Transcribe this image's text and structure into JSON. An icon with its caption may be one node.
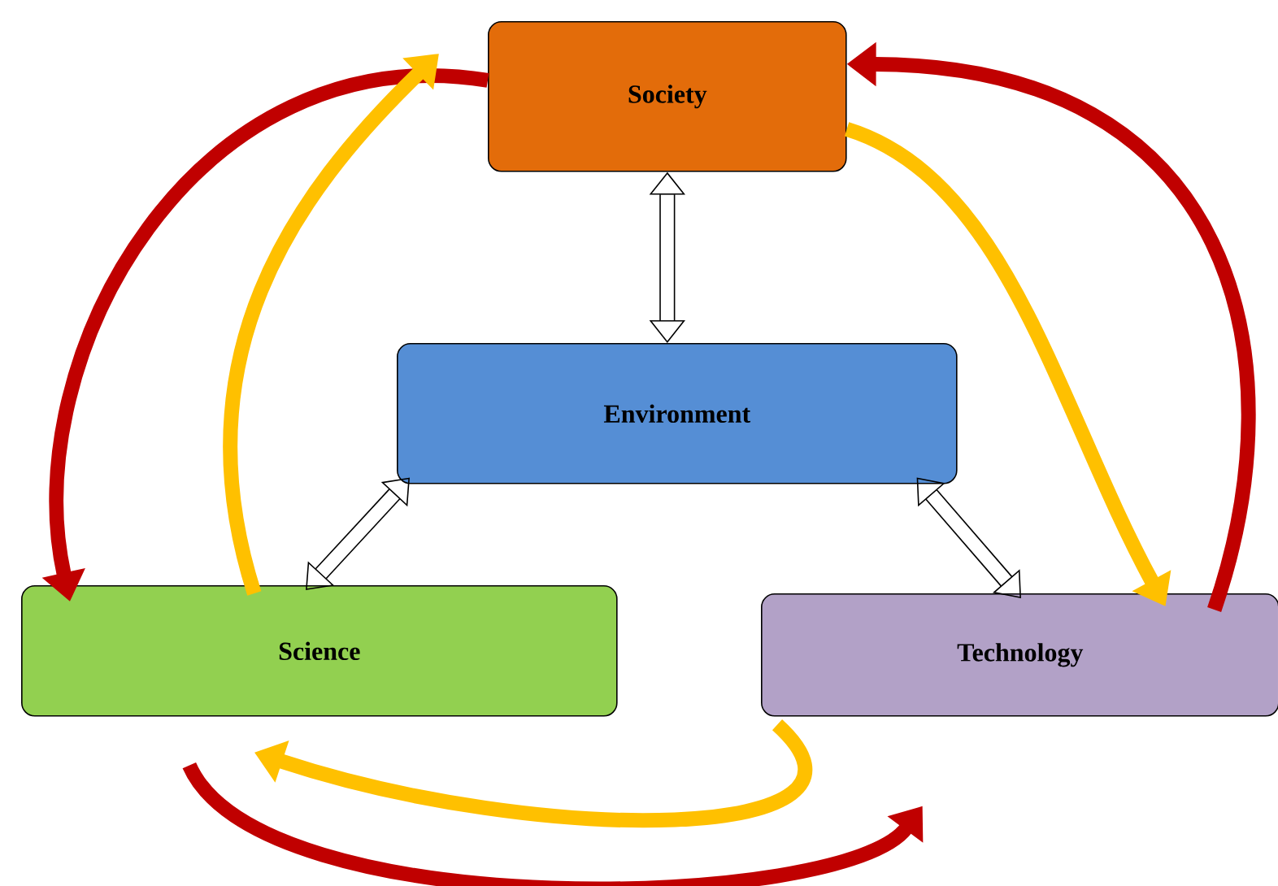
{
  "diagram": {
    "nodes": [
      {
        "text": [
          "Society"
        ]
      },
      {
        "text": [
          "Environment"
        ]
      },
      {
        "text": [
          "Science"
        ]
      },
      {
        "text": [
          "Technology"
        ]
      }
    ],
    "edges": [
      {
        "from": 0,
        "to": 1,
        "arrow": "both"
      },
      {
        "from": 1,
        "to": 2,
        "arrow": "both"
      },
      {
        "from": 1,
        "to": 3,
        "arrow": "both"
      },
      {
        "from": 0,
        "to": 2,
        "arrow": "to",
        "color": "#c00000"
      },
      {
        "from": 2,
        "to": 0,
        "arrow": "to",
        "color": "#ffc000"
      },
      {
        "from": 3,
        "to": 0,
        "arrow": "to",
        "color": "#c00000"
      },
      {
        "from": 0,
        "to": 3,
        "arrow": "to",
        "color": "#ffc000"
      },
      {
        "from": 3,
        "to": 2,
        "arrow": "to",
        "color": "#ffc000"
      },
      {
        "from": 2,
        "to": 3,
        "arrow": "to",
        "color": "#c00000"
      }
    ]
  }
}
